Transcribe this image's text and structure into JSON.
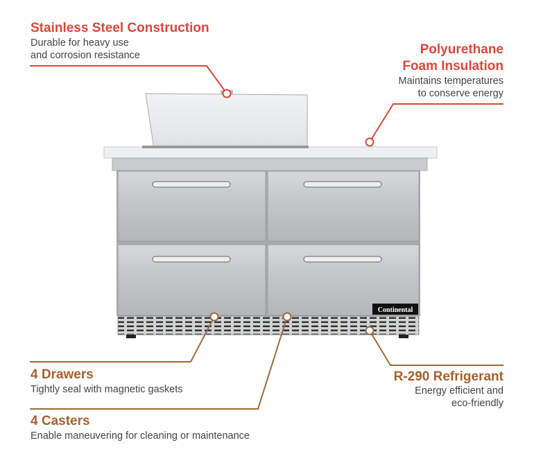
{
  "colors": {
    "top_accent": "#d9473a",
    "bottom_accent": "#a8602f",
    "line_top": "#d9473a",
    "line_bottom": "#9b6a3b"
  },
  "product": {
    "brand_logo": "Continental"
  },
  "callouts": [
    {
      "title": "Stainless Steel Construction",
      "lines": [
        "Durable for heavy use",
        "and corrosion resistance"
      ]
    },
    {
      "title_lines": [
        "Polyurethane",
        "Foam Insulation"
      ],
      "lines": [
        "Maintains temperatures",
        "to conserve energy"
      ]
    },
    {
      "title": "4 Drawers",
      "lines": [
        "Tightly seal with magnetic gaskets"
      ]
    },
    {
      "title": "4 Casters",
      "lines": [
        "Enable maneuvering for cleaning or maintenance"
      ]
    },
    {
      "title": "R-290 Refrigerant",
      "lines": [
        "Energy efficient and",
        "eco-friendly"
      ]
    }
  ]
}
